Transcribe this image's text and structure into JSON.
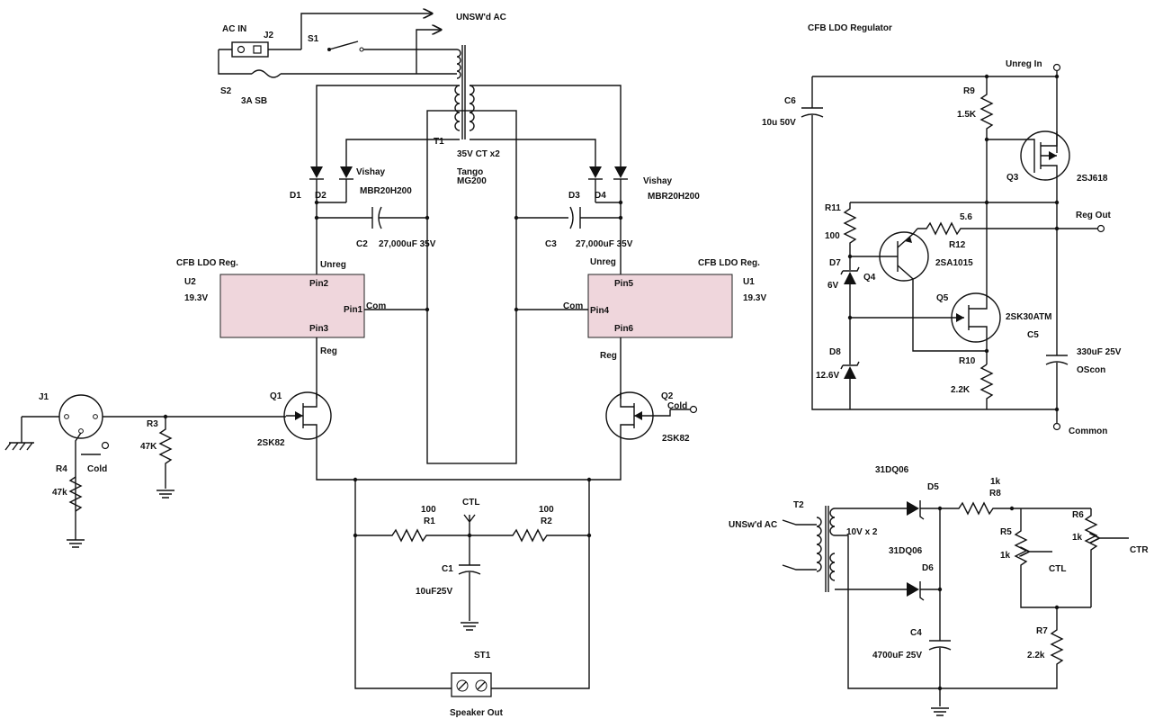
{
  "labels": {
    "ac_in": "AC IN",
    "j2": "J2",
    "s1": "S1",
    "s2": "S2",
    "fuse": "3A SB",
    "unswd_ac_top": "UNSW'd AC",
    "t1": "T1",
    "t1_spec": "35V CT x2",
    "tango": "Tango",
    "mg200": "MG200",
    "d1": "D1",
    "d2": "D2",
    "d3": "D3",
    "d4": "D4",
    "vishay_l": "Vishay",
    "mbr_l": "MBR20H200",
    "vishay_r": "Vishay",
    "mbr_r": "MBR20H200",
    "c2": "C2",
    "c2_val": "27,000uF 35V",
    "c3": "C3",
    "c3_val": "27,000uF 35V",
    "u2_title": "CFB LDO Reg.",
    "u2": "U2",
    "u2_v": "19.3V",
    "u1_title": "CFB LDO Reg.",
    "u1": "U1",
    "u1_v": "19.3V",
    "unreg_l": "Unreg",
    "unreg_r": "Unreg",
    "pin2": "Pin2",
    "pin1": "Pin1",
    "pin3": "Pin3",
    "com_l": "Com",
    "pin5": "Pin5",
    "pin4": "Pin4",
    "pin6": "Pin6",
    "com_r": "Com",
    "reg_l": "Reg",
    "reg_r": "Reg",
    "j1": "J1",
    "r3": "R3",
    "r3_val": "47K",
    "r4": "R4",
    "r4_val": "47k",
    "cold_l": "Cold",
    "q1": "Q1",
    "q1_part": "2SK82",
    "q2": "Q2",
    "q2_part": "2SK82",
    "cold_r": "Cold",
    "r1_val": "100",
    "r1": "R1",
    "r2_val": "100",
    "r2": "R2",
    "ctl_mid": "CTL",
    "c1": "C1",
    "c1_val": "10uF25V",
    "st1": "ST1",
    "speaker": "Speaker Out",
    "ldo_title": "CFB LDO Regulator",
    "unreg_in": "Unreg In",
    "c6": "C6",
    "c6_val": "10u 50V",
    "r9": "R9",
    "r9_val": "1.5K",
    "q3": "Q3",
    "q3_part": "2SJ618",
    "r11": "R11",
    "r11_val": "100",
    "r12_val": "5.6",
    "r12": "R12",
    "reg_out": "Reg Out",
    "d7": "D7",
    "d7_val": "6V",
    "q4": "Q4",
    "q4_part": "2SA1015",
    "q5": "Q5",
    "q5_part": "2SK30ATM",
    "c5": "C5",
    "c5_val": "330uF 25V",
    "oscon": "OScon",
    "d8": "D8",
    "d8_val": "12.6V",
    "r10": "R10",
    "r10_val": "2.2K",
    "common": "Common",
    "d5_part": "31DQ06",
    "d5": "D5",
    "r8_val": "1k",
    "r8": "R8",
    "t2": "T2",
    "unswd_ac_bot": "UNSw'd AC",
    "t2_spec": "10V x 2",
    "r6": "R6",
    "r6_val": "1k",
    "r5": "R5",
    "r5_val": "1k",
    "ctr": "CTR",
    "ctl_bot": "CTL",
    "d6_part": "31DQ06",
    "d6": "D6",
    "c4": "C4",
    "c4_val": "4700uF 25V",
    "r7": "R7",
    "r7_val": "2.2k"
  }
}
